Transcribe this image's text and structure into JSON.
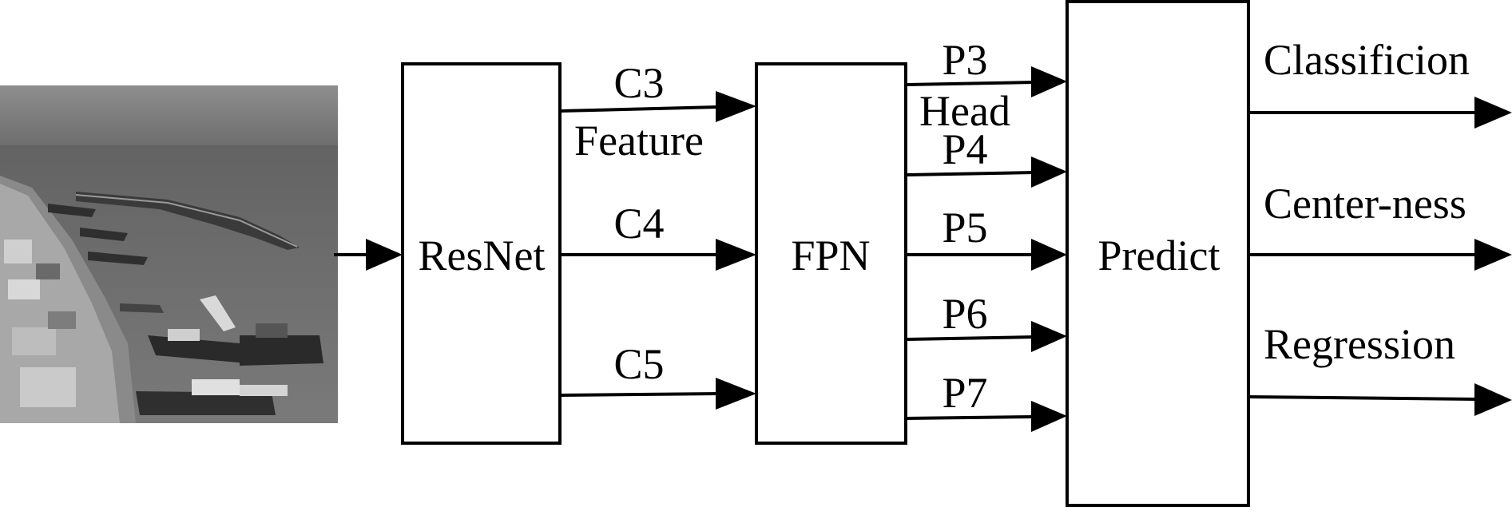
{
  "colors": {
    "stroke": "#000000",
    "background": "#ffffff",
    "photo_tone": "grayscale"
  },
  "input_image": {
    "description_icon": "harbor-photo-icon"
  },
  "blocks": {
    "resnet": "ResNet",
    "fpn": "FPN",
    "predict": "Predict"
  },
  "backbone_outputs": {
    "c3": "C3",
    "c4": "C4",
    "c5": "C5",
    "feature_label": "Feature"
  },
  "fpn_outputs": {
    "p3": "P3",
    "p4": "P4",
    "p5": "P5",
    "p6": "P6",
    "p7": "P7",
    "head_label": "Head"
  },
  "predict_outputs": {
    "classification": "Classificion",
    "centerness": "Center-ness",
    "regression": "Regression"
  }
}
